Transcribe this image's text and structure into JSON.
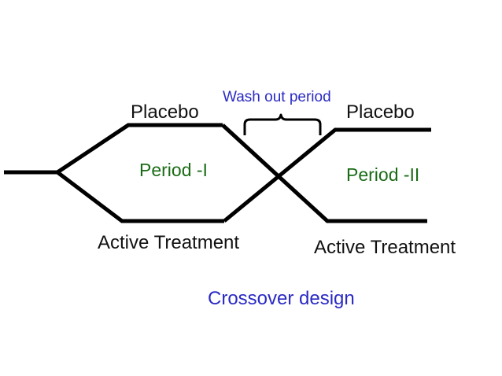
{
  "diagram": {
    "title": "Crossover design",
    "type": "crossover-trial-schematic",
    "background_color": "#ffffff",
    "colors": {
      "line": "#000000",
      "label_black": "#111111",
      "label_green": "#1a6b16",
      "label_blue": "#2a2ac4"
    },
    "labels": {
      "placebo_left": "Placebo",
      "placebo_right": "Placebo",
      "active_left": "Active Treatment",
      "active_right": "Active Treatment",
      "period_one": "Period -I",
      "period_two": "Period -II",
      "washout": "Wash out period",
      "title": "Crossover design"
    },
    "arms": [
      {
        "name": "arm-placebo-then-active",
        "period_one_treatment": "Placebo",
        "period_two_treatment": "Active Treatment"
      },
      {
        "name": "arm-active-then-placebo",
        "period_one_treatment": "Active Treatment",
        "period_two_treatment": "Placebo"
      }
    ],
    "periods": [
      "Period -I",
      "Wash out period",
      "Period -II"
    ]
  }
}
